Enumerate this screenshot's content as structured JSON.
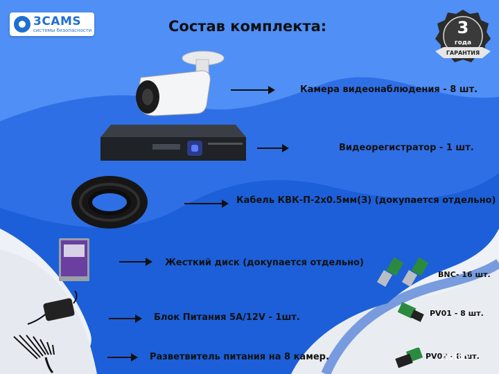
{
  "brand": {
    "name": "3CAMS",
    "tagline": "системы безопасности"
  },
  "title": "Состав комплекта:",
  "warranty": {
    "number": "3",
    "word": "года",
    "ribbon": "ГАРАНТИЯ"
  },
  "items": [
    {
      "label": "Камера видеонаблюдения - 8 шт.",
      "icon": "camera-icon"
    },
    {
      "label": "Видеорегистратор - 1 шт.",
      "icon": "dvr-icon"
    },
    {
      "label": "Кабель КВК-П-2х0.5мм(З) (докупается отдельно)",
      "icon": "cable-coil-icon"
    },
    {
      "label": "Жесткий диск (докупается отдельно)",
      "icon": "hard-drive-icon"
    },
    {
      "label": "Блок Питания 5А/12V - 1шт.",
      "icon": "power-adapter-icon"
    },
    {
      "label": "Разветвитель питания на 8 камер.",
      "icon": "power-splitter-icon"
    }
  ],
  "connectors": [
    {
      "label": "BNC- 16 шт.",
      "icon": "bnc-connector-icon"
    },
    {
      "label": "PV01 - 8 шт.",
      "icon": "pv01-connector-icon"
    },
    {
      "label": "PV02 - 8 шт.",
      "icon": "pv02-connector-icon"
    }
  ],
  "watermark": "Avito",
  "colors": {
    "background": "#2f6fe0",
    "light_area": "#e9edf2",
    "deep_blue": "#2563d6",
    "text": "#111111"
  }
}
